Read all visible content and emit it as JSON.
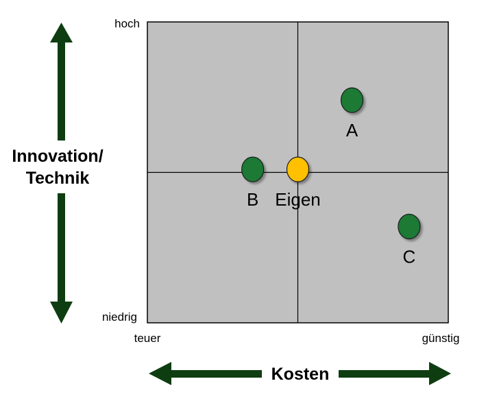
{
  "diagram": {
    "y_axis": {
      "title_line1": "Innovation/",
      "title_line2": "Technik",
      "top_label": "hoch",
      "bottom_label": "niedrig"
    },
    "x_axis": {
      "title": "Kosten",
      "left_label": "teuer",
      "right_label": "günstig"
    },
    "colors": {
      "quadrant_fill": "#c0c0c0",
      "competitor": "#1e7a36",
      "own": "#ffc000",
      "arrow": "#0e3d12"
    }
  },
  "chart_data": {
    "type": "scatter",
    "quadrant_split": {
      "x": 0.5,
      "y": 0.5
    },
    "points": [
      {
        "label": "A",
        "x": 0.68,
        "y": 0.74,
        "kind": "competitor"
      },
      {
        "label": "B",
        "x": 0.35,
        "y": 0.51,
        "kind": "competitor"
      },
      {
        "label": "Eigen",
        "x": 0.5,
        "y": 0.51,
        "kind": "own"
      },
      {
        "label": "C",
        "x": 0.87,
        "y": 0.32,
        "kind": "competitor"
      }
    ]
  }
}
